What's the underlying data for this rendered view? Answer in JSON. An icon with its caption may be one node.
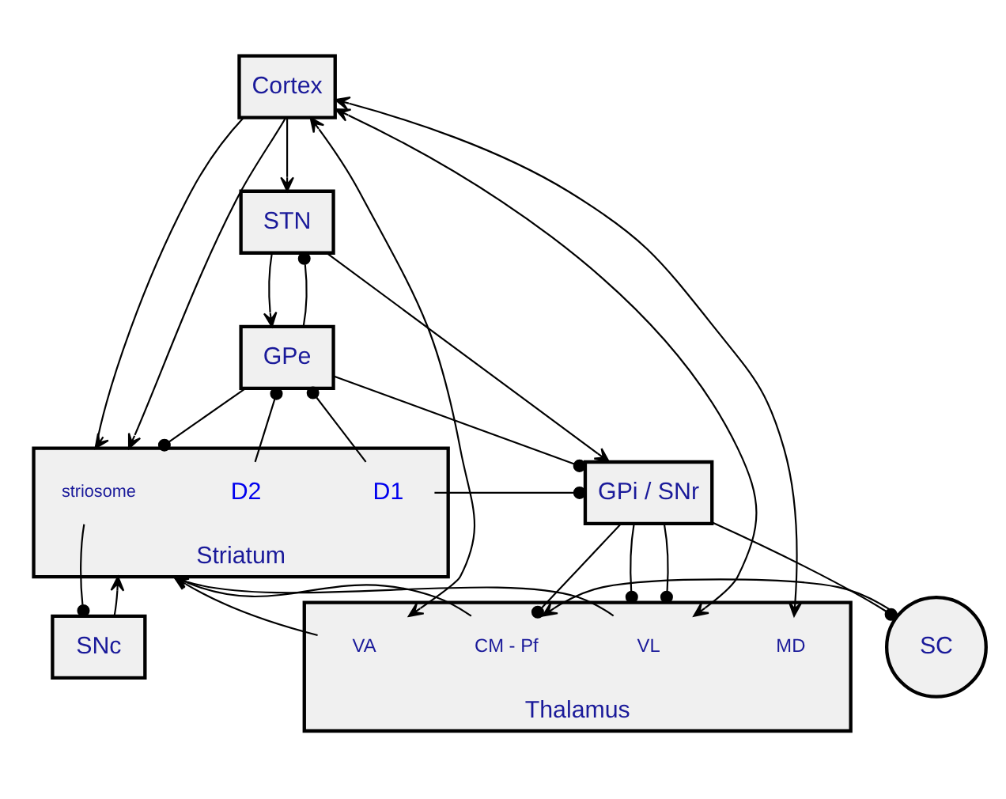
{
  "diagram": {
    "nodes": [
      {
        "text": [
          "Cortex"
        ]
      },
      {
        "text": [
          "Striatum"
        ]
      },
      {
        "text": [
          "striosome"
        ],
        "in": 1
      },
      {
        "text": [
          "D1"
        ],
        "in": 1
      },
      {
        "text": [
          "D2"
        ],
        "in": 1
      },
      {
        "text": [
          "Thalamus"
        ]
      },
      {
        "text": [
          "VL"
        ],
        "in": 5
      },
      {
        "text": [
          "VA"
        ],
        "in": 5
      },
      {
        "text": [
          "MD"
        ],
        "in": 5
      },
      {
        "text": [
          "CM - Pf"
        ],
        "in": 5
      },
      {
        "text": [
          "STN"
        ]
      },
      {
        "text": [
          "GPe"
        ]
      },
      {
        "text": [
          "SNc"
        ]
      },
      {
        "text": [
          "GPi / SNr"
        ]
      },
      {
        "text": [
          "SC"
        ]
      }
    ],
    "edges": [
      {
        "from": 0,
        "to": 1,
        "arrow": "to"
      },
      {
        "from": 0,
        "to": 1,
        "arrow": "to"
      },
      {
        "from": 0,
        "to": 10,
        "arrow": "to"
      },
      {
        "from": 0,
        "to": 6,
        "arrow": "both"
      },
      {
        "from": 0,
        "to": 7,
        "arrow": "both"
      },
      {
        "from": 0,
        "to": 8,
        "arrow": "both"
      },
      {
        "from": 6,
        "to": 1,
        "arrow": "to"
      },
      {
        "from": 7,
        "to": 1,
        "arrow": "to"
      },
      {
        "from": 9,
        "to": 1,
        "arrow": "to"
      },
      {
        "from": 12,
        "to": 1,
        "arrow": "to"
      },
      {
        "from": 2,
        "to": 12,
        "arrow": "other"
      },
      {
        "from": 11,
        "to": 1,
        "arrow": "other"
      },
      {
        "from": 4,
        "to": 11,
        "arrow": "other"
      },
      {
        "from": 3,
        "to": 11,
        "arrow": "other"
      },
      {
        "from": 3,
        "to": 13,
        "arrow": "other"
      },
      {
        "from": 10,
        "to": 11,
        "arrow": "to"
      },
      {
        "from": 11,
        "to": 10,
        "arrow": "other"
      },
      {
        "from": 10,
        "to": 13,
        "arrow": "to"
      },
      {
        "from": 11,
        "to": 13,
        "arrow": "other"
      },
      {
        "from": 13,
        "to": 9,
        "arrow": "other"
      },
      {
        "from": 13,
        "to": 5,
        "arrow": "other"
      },
      {
        "from": 13,
        "to": 5,
        "arrow": "other"
      },
      {
        "from": 13,
        "to": 14,
        "arrow": "other"
      },
      {
        "from": 14,
        "to": 9,
        "arrow": "to"
      }
    ]
  }
}
